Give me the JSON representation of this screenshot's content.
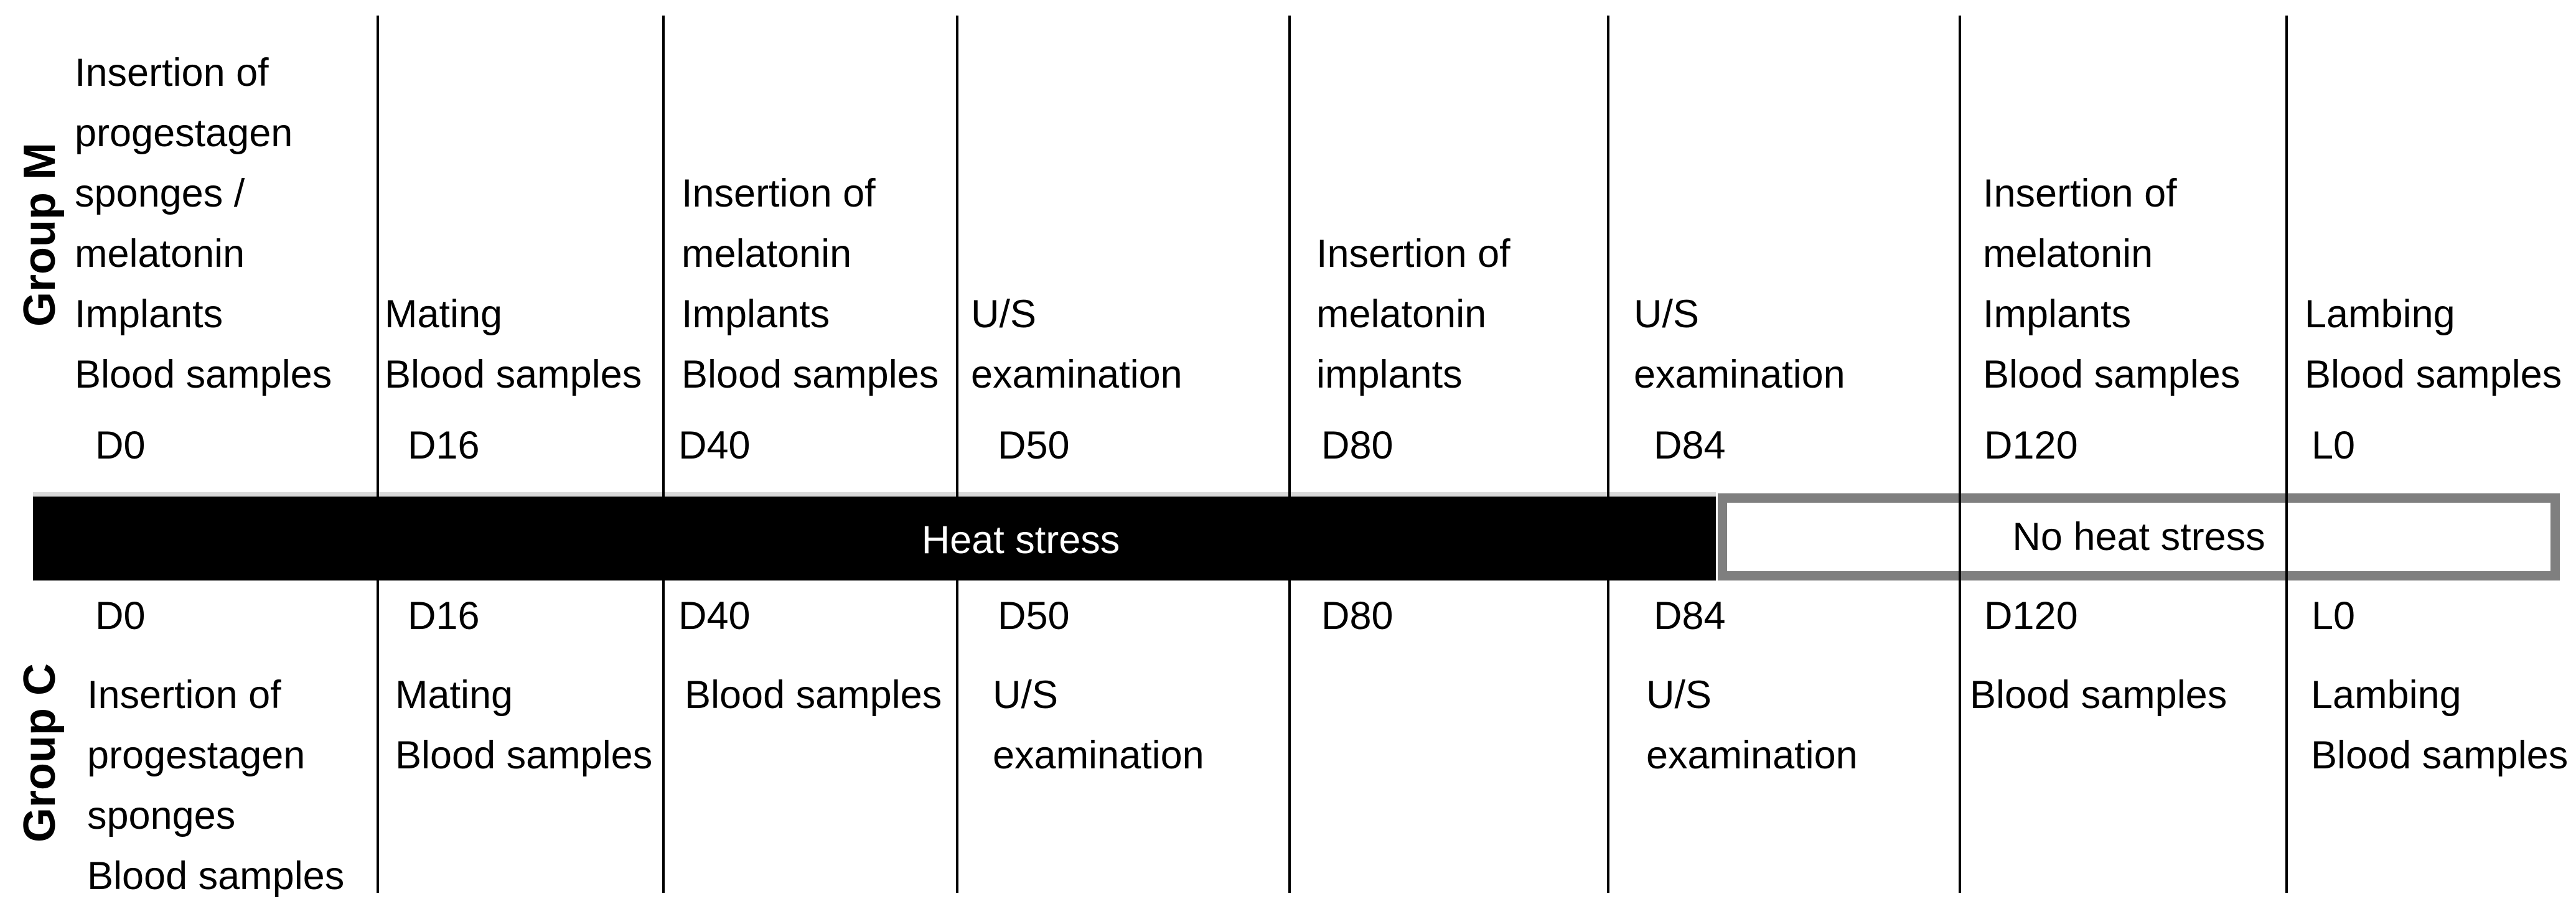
{
  "group_m": {
    "label": "Group M",
    "days": [
      "D0",
      "D16",
      "D40",
      "D50",
      "D80",
      "D84",
      "D120",
      "L0"
    ],
    "activities": [
      "Insertion of\nprogestagen\nsponges /\nmelatonin\nImplants\nBlood samples",
      "Mating\nBlood samples",
      "Insertion of\nmelatonin\nImplants\nBlood samples",
      "U/S\nexamination",
      "Insertion of\nmelatonin\nimplants",
      "U/S\nexamination",
      "Insertion of\nmelatonin\nImplants\nBlood samples",
      "Lambing\nBlood samples"
    ]
  },
  "group_c": {
    "label": "Group C",
    "days": [
      "D0",
      "D16",
      "D40",
      "D50",
      "D80",
      "D84",
      "D120",
      "L0"
    ],
    "activities": [
      "Insertion of\nprogestagen\nsponges\nBlood samples",
      "Mating\nBlood samples",
      "Blood samples",
      "U/S\nexamination",
      "",
      "U/S\nexamination",
      "Blood samples",
      "Lambing\nBlood samples"
    ]
  },
  "timeline": {
    "heat_label": "Heat stress",
    "no_heat_label": "No heat stress"
  },
  "colors": {
    "background": "#ffffff",
    "text": "#000000",
    "heat_bar": "#000000",
    "heat_bar_text": "#ffffff",
    "no_heat_bar_fill": "#ffffff",
    "no_heat_bar_border": "#7f7f7f",
    "bar_shadow": "#d9d9d9",
    "divider": "#000000"
  }
}
